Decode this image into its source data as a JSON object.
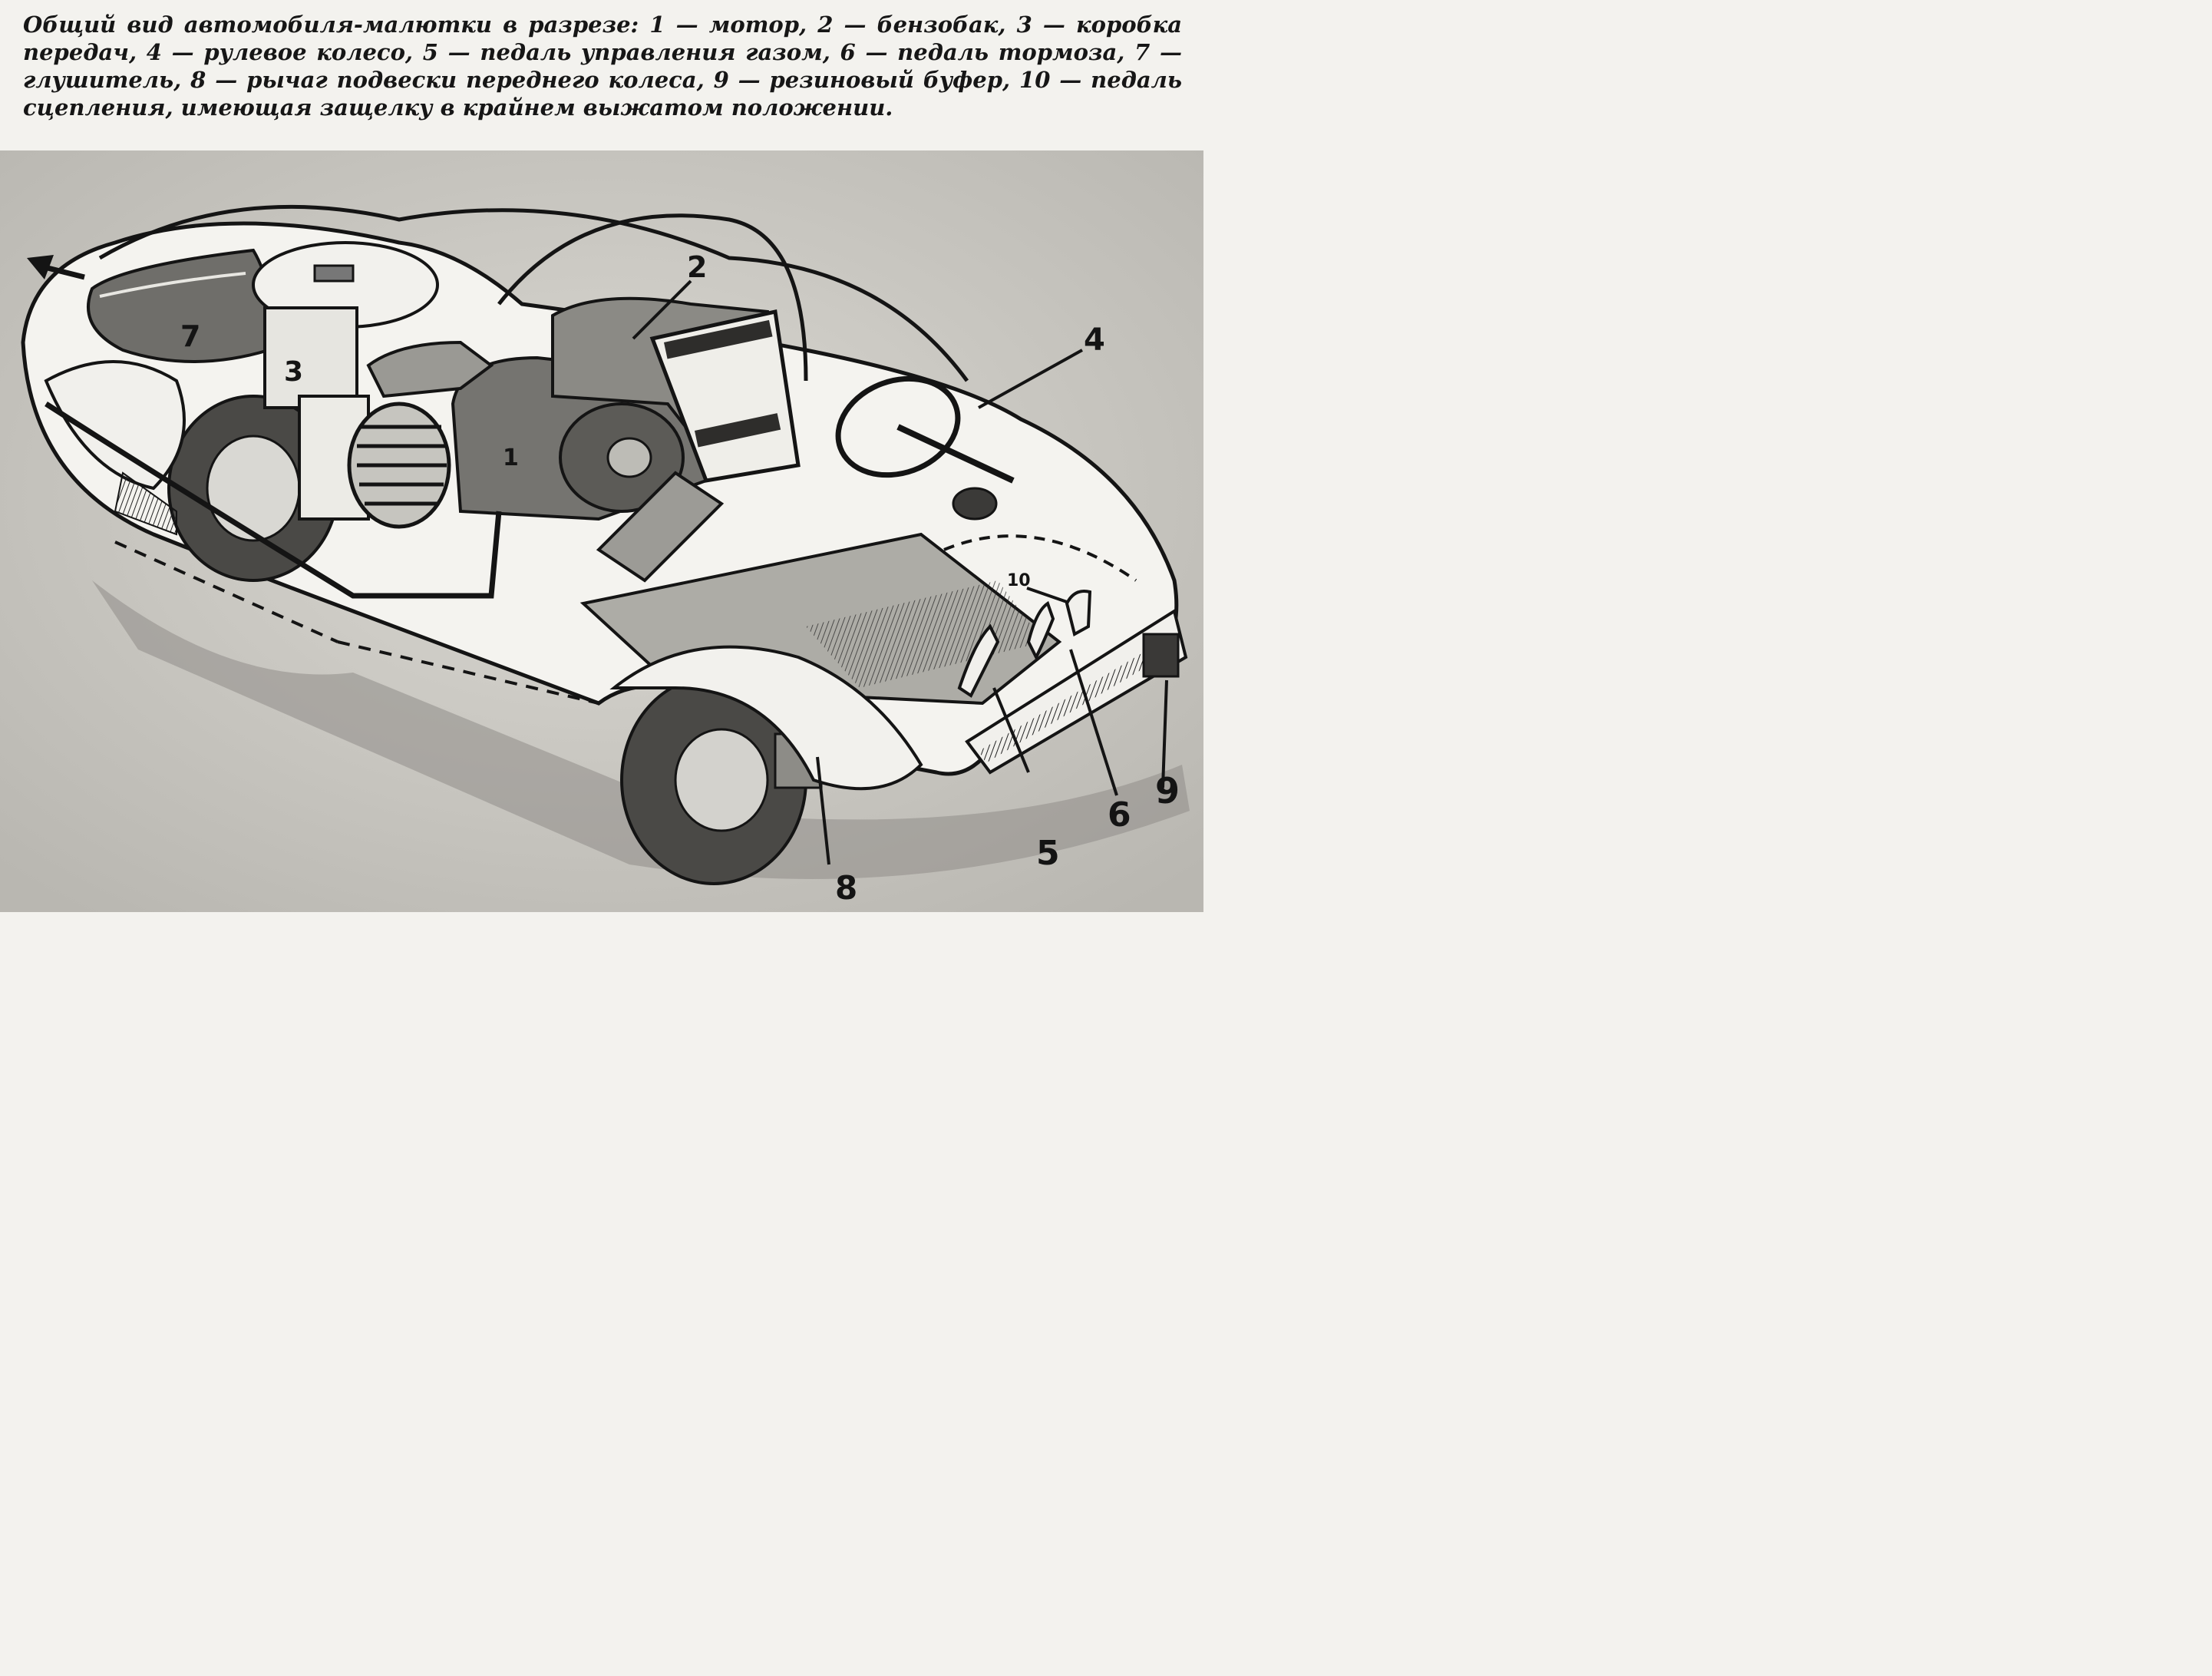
{
  "caption": "Общий вид автомобиля-малютки в разрезе: 1 — мотор, 2 — бензобак, 3 — коробка передач, 4 — рулевое колесо, 5 — педаль управления газом, 6 — педаль тормоза, 7 — глушитель, 8 — рычаг подвески переднего колеса, 9 — резиновый буфер, 10 — педаль сцепления, имеющая защелку в крайнем выжатом положении.",
  "labels": {
    "motor": "1",
    "fuel_tank": "2",
    "gearbox": "3",
    "steering_wheel": "4",
    "gas_pedal": "5",
    "brake_pedal": "6",
    "muffler": "7",
    "suspension_arm": "8",
    "rubber_buffer": "9",
    "clutch_pedal": "10"
  },
  "colors": {
    "ink": "#141414",
    "background": "#f3f2ee",
    "photo_gray": "#c9c7c1"
  }
}
